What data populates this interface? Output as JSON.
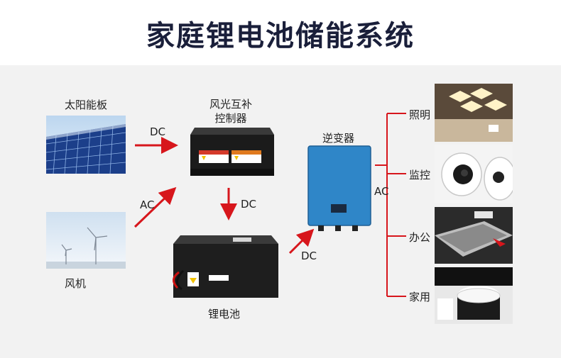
{
  "title": "家庭锂电池储能系统",
  "labels": {
    "solar": "太阳能板",
    "wind": "风机",
    "controller_line1": "风光互补",
    "controller_line2": "控制器",
    "inverter": "逆变器",
    "battery": "锂电池"
  },
  "arrows": {
    "dc_solar": "DC",
    "ac_wind": "AC",
    "dc_down": "DC",
    "dc_battery": "DC",
    "ac_out": "AC"
  },
  "outputs": [
    "照明",
    "监控",
    "办公",
    "家用"
  ],
  "colors": {
    "arrow": "#d7161c",
    "title": "#1a1f3a",
    "inverter": "#2f86c8"
  }
}
